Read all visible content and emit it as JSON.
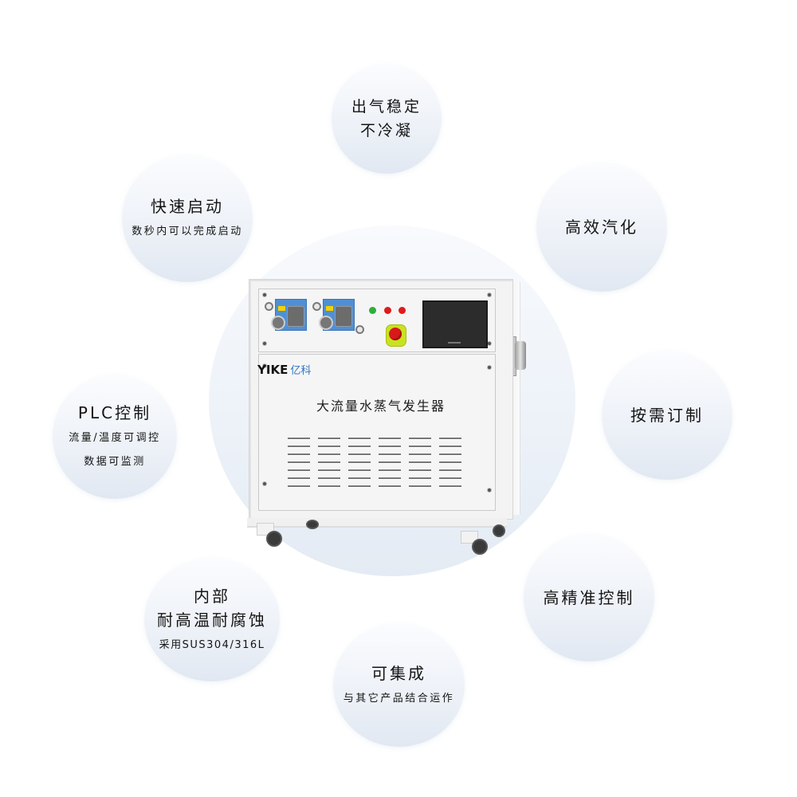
{
  "product": {
    "brand_logo": "YIKE",
    "brand_cn": "亿科",
    "name": "大流量水蒸气发生器"
  },
  "features": [
    {
      "id": "stable-output",
      "title": [
        "出气稳定",
        "不冷凝"
      ],
      "subtitle": []
    },
    {
      "id": "fast-start",
      "title": [
        "快速启动"
      ],
      "subtitle": [
        "数秒内可以完成启动"
      ]
    },
    {
      "id": "efficient",
      "title": [
        "高效汽化"
      ],
      "subtitle": []
    },
    {
      "id": "plc",
      "title": [
        "PLC控制"
      ],
      "subtitle": [
        "流量/温度可调控",
        "数据可监测"
      ]
    },
    {
      "id": "custom",
      "title": [
        "按需订制"
      ],
      "subtitle": []
    },
    {
      "id": "internal",
      "title": [
        "内部",
        "耐高温耐腐蚀"
      ],
      "subtitle": [
        "采用SUS304/316L"
      ]
    },
    {
      "id": "precision",
      "title": [
        "高精准控制"
      ],
      "subtitle": []
    },
    {
      "id": "integrable",
      "title": [
        "可集成"
      ],
      "subtitle": [
        "与其它产品结合运作"
      ]
    }
  ],
  "colors": {
    "bubble_top": "#fbfcfe",
    "bubble_bottom": "#e1e8f2",
    "logo_blue": "#2a72c8",
    "pump_blue": "#4f8fd6",
    "led_green": "#2fae3a",
    "led_red": "#e01a1a",
    "estop_yellow": "#c9e21f"
  }
}
